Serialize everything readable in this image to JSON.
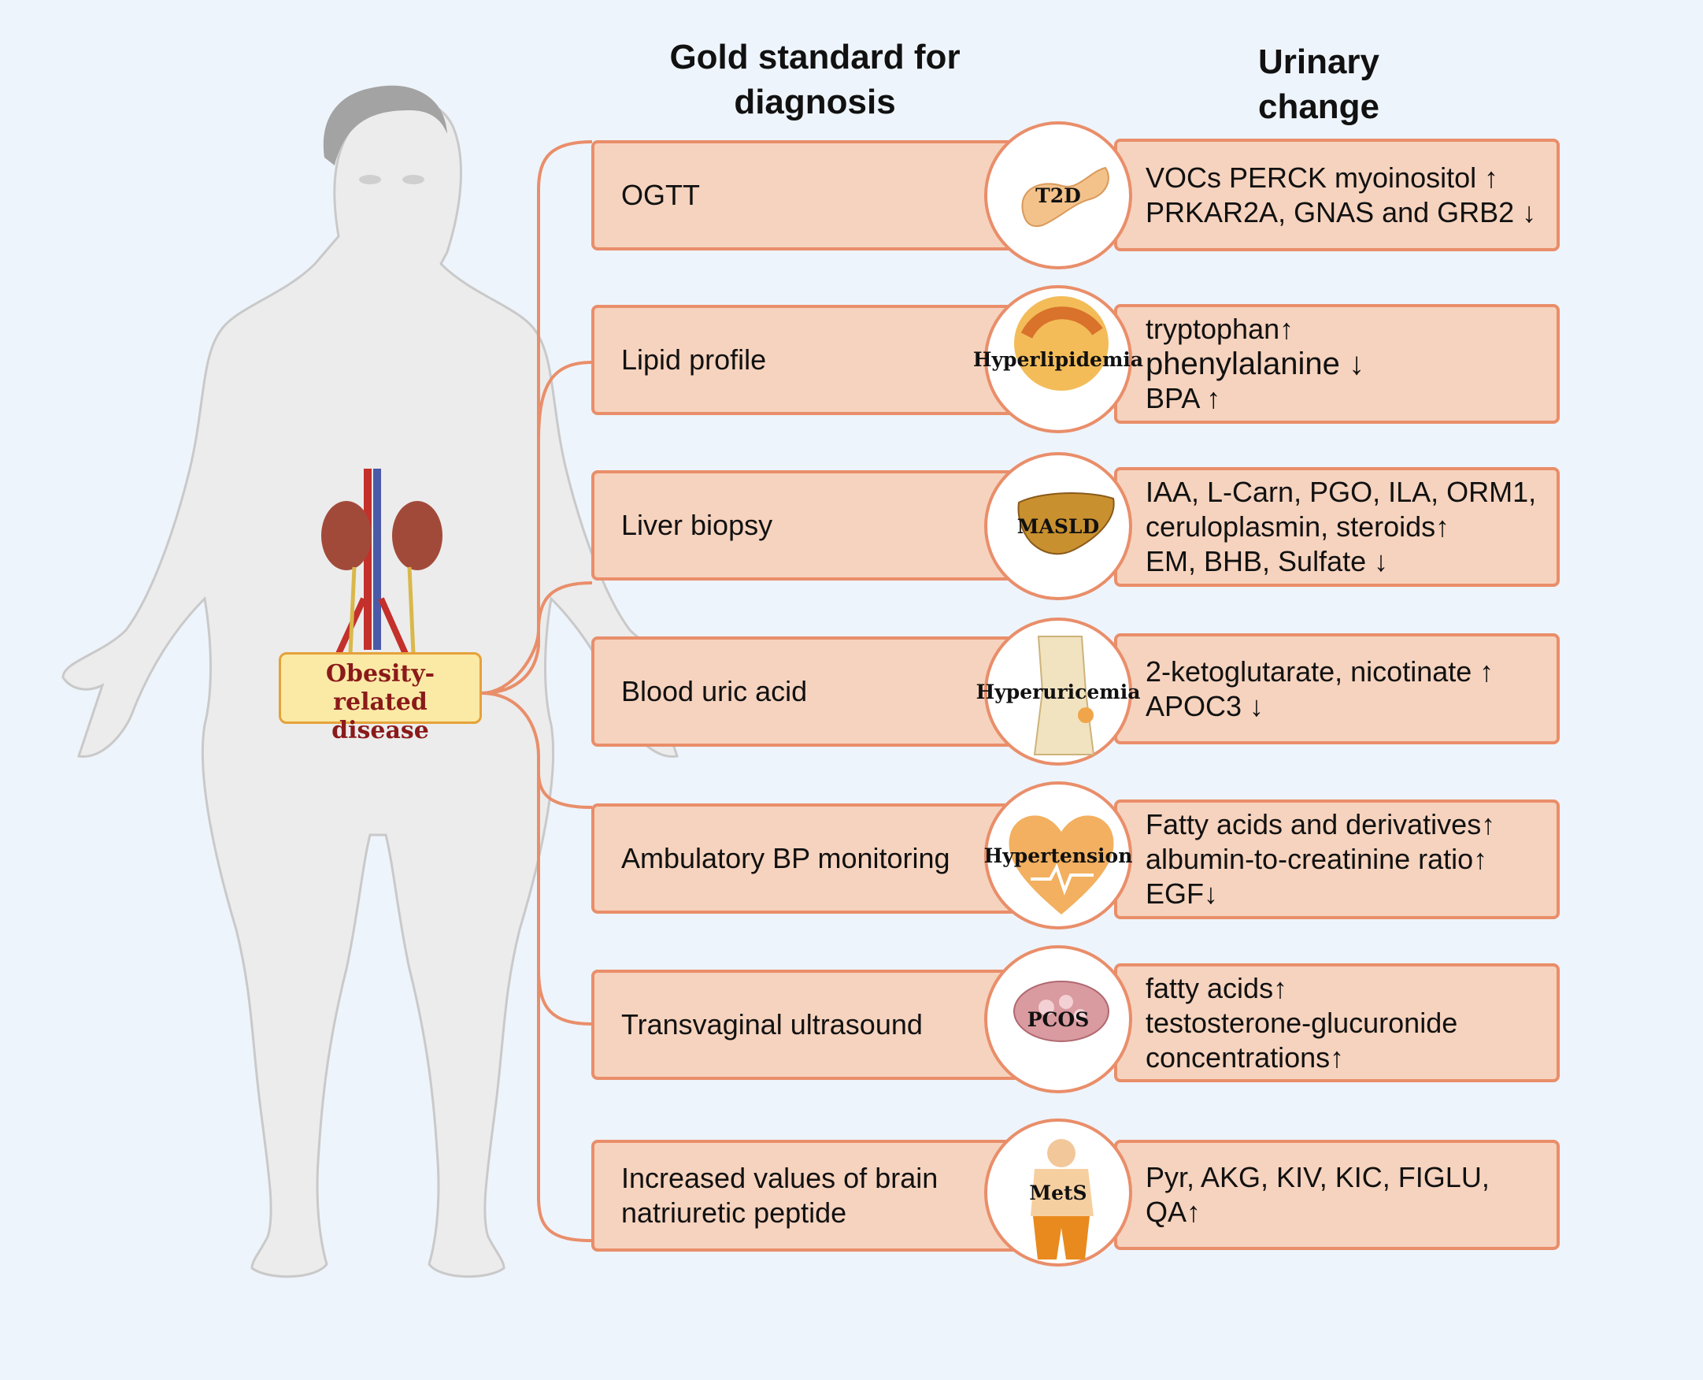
{
  "headers": {
    "gold_standard_line1": "Gold standard for",
    "gold_standard_line2": "diagnosis",
    "urinary_line1": "Urinary",
    "urinary_line2": "change"
  },
  "center": {
    "line1": "Obesity-",
    "line2": "related disease"
  },
  "rows": [
    {
      "diagnosis": [
        "OGTT"
      ],
      "disease": "T2D",
      "urinary": [
        "VOCs PERCK myoinositol ↑",
        "PRKAR2A, GNAS and GRB2 ↓"
      ]
    },
    {
      "diagnosis": [
        "Lipid profile"
      ],
      "disease": "Hyperlipidemia",
      "urinary": [
        "tryptophan↑",
        "phenylalanine ↓",
        "BPA ↑"
      ]
    },
    {
      "diagnosis": [
        "Liver biopsy"
      ],
      "disease": "MASLD",
      "urinary": [
        "IAA, L-Carn, PGO, ILA, ORM1,",
        "ceruloplasmin, steroids↑",
        "EM, BHB, Sulfate ↓"
      ]
    },
    {
      "diagnosis": [
        "Blood uric acid"
      ],
      "disease": "Hyperuricemia",
      "urinary": [
        "2-ketoglutarate, nicotinate ↑",
        "APOC3 ↓"
      ]
    },
    {
      "diagnosis": [
        "Ambulatory BP monitoring"
      ],
      "disease": "Hypertension",
      "urinary": [
        "Fatty acids and derivatives↑",
        "albumin-to-creatinine ratio↑",
        "EGF↓"
      ]
    },
    {
      "diagnosis": [
        "Transvaginal ultrasound"
      ],
      "disease": "PCOS",
      "urinary": [
        "fatty acids↑",
        "testosterone-glucuronide",
        "concentrations↑"
      ]
    },
    {
      "diagnosis": [
        "Increased values of brain",
        "natriuretic peptide"
      ],
      "disease": "MetS",
      "urinary": [
        "Pyr, AKG, KIV, KIC, FIGLU,",
        "QA↑"
      ]
    }
  ],
  "colors": {
    "box_fill": "#f6d3be",
    "box_border": "#e98e6a",
    "callout_fill": "#faeaa6",
    "callout_text": "#8b1a1a",
    "background": "#eef4fb"
  }
}
